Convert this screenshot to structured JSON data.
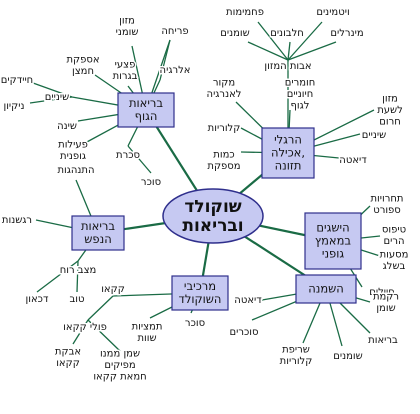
{
  "colors": {
    "line": "#1a6b45",
    "box_fill": "#c6c9f2",
    "box_stroke": "#2f2f8c",
    "ellipse_fill": "#c6c9f2",
    "ellipse_stroke": "#2f2f8c",
    "text": "#111111"
  },
  "center": {
    "lines": [
      "שוקולד",
      "ובריאות"
    ]
  },
  "boxes": [
    {
      "id": "body",
      "lines": [
        "בריאות",
        "הגוף"
      ]
    },
    {
      "id": "nutrition",
      "lines": [
        "הרגלי",
        "אכילה,",
        "תזונה"
      ]
    },
    {
      "id": "mind",
      "lines": [
        "בריאות",
        "הנפש"
      ]
    },
    {
      "id": "components",
      "lines": [
        "מרכיבי",
        "השוקולד"
      ]
    },
    {
      "id": "overweight",
      "lines": [
        "הישגים",
        "במאמץ",
        "גופני"
      ]
    },
    {
      "id": "obesity",
      "lines": [
        "השמנה"
      ]
    }
  ],
  "labels": {
    "vitamins": [
      "ויטמינים"
    ],
    "antioxidants": [
      "פחמימות"
    ],
    "minerals": [
      "מינרלים"
    ],
    "proteins": [
      "חלבונים"
    ],
    "fats": [
      "שומנים"
    ],
    "food_groups": [
      "אבות המזון"
    ],
    "fiber": [
      "מזון",
      "שומני"
    ],
    "prevention": [
      "פריחה"
    ],
    "allergy": [
      "אלרגיה"
    ],
    "acne": [
      "פצעי",
      "בגרות"
    ],
    "caffeine": [
      "אספקת",
      "חמצן"
    ],
    "teeth": [
      "שיניים"
    ],
    "caries": [
      "חיידקים"
    ],
    "cleaning": [
      "ניקיון"
    ],
    "sleep": [
      "שינה"
    ],
    "physical": [
      "פעילות",
      "גופנית"
    ],
    "diabetes": [
      "סכרת"
    ],
    "sugar_b": [
      "סוכר"
    ],
    "allergy_source": [
      "מקור",
      "לאנרגיה"
    ],
    "energy_rich": [
      "חומרים",
      "חיוניים",
      "לגוף"
    ],
    "calories": [
      "קלוריות"
    ],
    "teeth2": [
      "שיניים"
    ],
    "sufficient": [
      "כמות",
      "מספקת"
    ],
    "diet": [
      "דיאטה"
    ],
    "breakfast": [
      "מזון",
      "לשעת",
      "חרום"
    ],
    "sport_comp": [
      "תחרויות",
      "ספורט"
    ],
    "mountain": [
      "טיפוס",
      "הרים"
    ],
    "snow": [
      "מסעות",
      "בשלג"
    ],
    "soldiers": [
      "חיילים"
    ],
    "stimulation": [
      "התנהגות"
    ],
    "sensitivity": [
      "רגשנות"
    ],
    "mood": [
      "מצב רוח"
    ],
    "good": [
      "טוב"
    ],
    "sadness": [
      "דכאון"
    ],
    "cacao": [
      "קקאו"
    ],
    "minerals_c": [
      "תמציות",
      "שוות"
    ],
    "sugar_c": [
      "סוכר"
    ],
    "cacao_beans": [
      "פולי קקאו"
    ],
    "cacao_powder": [
      "אבקת",
      "קקאו"
    ],
    "cacao_butter": [
      "שמן ממנו",
      "מפיקים",
      "חמאת קקאו"
    ],
    "diet2": [
      "דיאטה"
    ],
    "fatty_food": [
      "רקמת",
      "שומן"
    ],
    "health": [
      "בריאות"
    ],
    "fats2": [
      "שומנים"
    ],
    "burning": [
      "שריפת",
      "קלוריות"
    ],
    "sugars2": [
      "סוכרים"
    ]
  }
}
